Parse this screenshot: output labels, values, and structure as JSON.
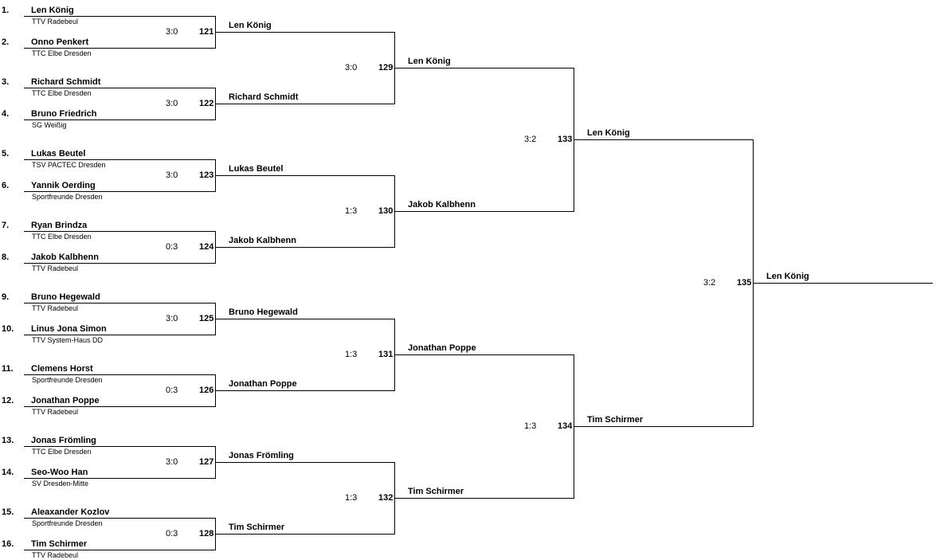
{
  "players": [
    {
      "seed": "1.",
      "name": "Len König",
      "club": "TTV Radebeul"
    },
    {
      "seed": "2.",
      "name": "Onno Penkert",
      "club": "TTC Elbe Dresden"
    },
    {
      "seed": "3.",
      "name": "Richard Schmidt",
      "club": "TTC Elbe Dresden"
    },
    {
      "seed": "4.",
      "name": "Bruno Friedrich",
      "club": "SG Weißig"
    },
    {
      "seed": "5.",
      "name": "Lukas Beutel",
      "club": "TSV PACTEC Dresden"
    },
    {
      "seed": "6.",
      "name": "Yannik Oerding",
      "club": "Sportfreunde Dresden"
    },
    {
      "seed": "7.",
      "name": "Ryan Brindza",
      "club": "TTC Elbe Dresden"
    },
    {
      "seed": "8.",
      "name": "Jakob Kalbhenn",
      "club": "TTV Radebeul"
    },
    {
      "seed": "9.",
      "name": "Bruno Hegewald",
      "club": "TTV Radebeul"
    },
    {
      "seed": "10.",
      "name": "Linus Jona Simon",
      "club": "TTV System-Haus DD"
    },
    {
      "seed": "11.",
      "name": "Clemens Horst",
      "club": "Sportfreunde Dresden"
    },
    {
      "seed": "12.",
      "name": "Jonathan Poppe",
      "club": "TTV Radebeul"
    },
    {
      "seed": "13.",
      "name": "Jonas Frömling",
      "club": "TTC Elbe Dresden"
    },
    {
      "seed": "14.",
      "name": "Seo-Woo Han",
      "club": "SV Dresden-Mitte"
    },
    {
      "seed": "15.",
      "name": "Aleaxander Kozlov",
      "club": "Sportfreunde Dresden"
    },
    {
      "seed": "16.",
      "name": "Tim Schirmer",
      "club": "TTV Radebeul"
    }
  ],
  "rounds": [
    [
      {
        "no": "121",
        "score": "3:0",
        "winner": "Len König"
      },
      {
        "no": "122",
        "score": "3:0",
        "winner": "Richard Schmidt"
      },
      {
        "no": "123",
        "score": "3:0",
        "winner": "Lukas Beutel"
      },
      {
        "no": "124",
        "score": "0:3",
        "winner": "Jakob Kalbhenn"
      },
      {
        "no": "125",
        "score": "3:0",
        "winner": "Bruno Hegewald"
      },
      {
        "no": "126",
        "score": "0:3",
        "winner": "Jonathan Poppe"
      },
      {
        "no": "127",
        "score": "3:0",
        "winner": "Jonas Frömling"
      },
      {
        "no": "128",
        "score": "0:3",
        "winner": "Tim Schirmer"
      }
    ],
    [
      {
        "no": "129",
        "score": "3:0",
        "winner": "Len König"
      },
      {
        "no": "130",
        "score": "1:3",
        "winner": "Jakob Kalbhenn"
      },
      {
        "no": "131",
        "score": "1:3",
        "winner": "Jonathan Poppe"
      },
      {
        "no": "132",
        "score": "1:3",
        "winner": "Tim Schirmer"
      }
    ],
    [
      {
        "no": "133",
        "score": "3:2",
        "winner": "Len König"
      },
      {
        "no": "134",
        "score": "1:3",
        "winner": "Tim Schirmer"
      }
    ],
    [
      {
        "no": "135",
        "score": "3:2",
        "winner": "Len König"
      }
    ]
  ]
}
